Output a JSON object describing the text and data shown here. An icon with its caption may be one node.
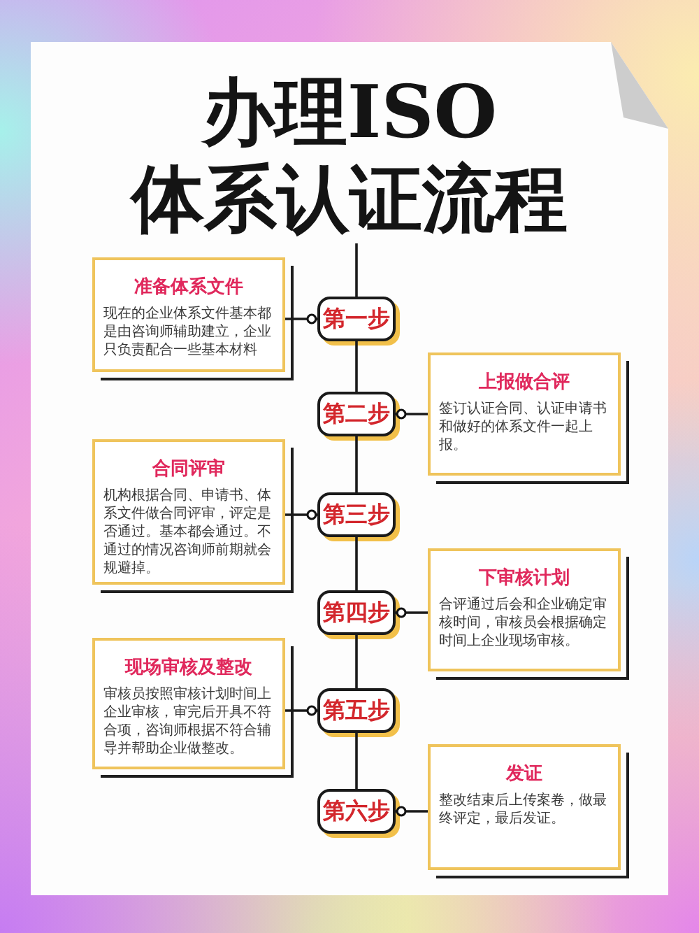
{
  "diagram": {
    "title": "办理ISO 体系认证流程",
    "nodes": [
      {
        "text": [
          "准备体系文件",
          "现在的企业体系文件基本都是由咨询师辅助建立，企业只负责配合一些基本材料"
        ]
      },
      {
        "text": [
          "第一步"
        ]
      },
      {
        "text": [
          "上报做合评",
          "签订认证合同、认证申请书和做好的体系文件一起上报。"
        ]
      },
      {
        "text": [
          "第二步"
        ]
      },
      {
        "text": [
          "合同评审",
          "机构根据合同、申请书、体系文件做合同评审，评定是否通过。基本都会通过。不通过的情况咨询师前期就会规避掉。"
        ]
      },
      {
        "text": [
          "第三步"
        ]
      },
      {
        "text": [
          "下审核计划",
          "合评通过后会和企业确定审核时间，审核员会根据确定时间上企业现场审核。"
        ]
      },
      {
        "text": [
          "第四步"
        ]
      },
      {
        "text": [
          "现场审核及整改",
          "审核员按照审核计划时间上企业审核，审完后开具不符合项，咨询师根据不符合辅导并帮助企业做整改。"
        ]
      },
      {
        "text": [
          "第五步"
        ]
      },
      {
        "text": [
          "发证",
          "整改结束后上传案卷，做最终评定，最后发证。"
        ]
      },
      {
        "text": [
          "第六步"
        ]
      }
    ],
    "edges": [
      {
        "from": null,
        "to": 1,
        "arrow": "none"
      },
      {
        "from": 1,
        "to": 3,
        "arrow": "none"
      },
      {
        "from": 3,
        "to": 5,
        "arrow": "none"
      },
      {
        "from": 5,
        "to": 7,
        "arrow": "none"
      },
      {
        "from": 7,
        "to": 9,
        "arrow": "none"
      },
      {
        "from": 9,
        "to": 11,
        "arrow": "none"
      },
      {
        "from": 0,
        "to": 1,
        "arrow": "other"
      },
      {
        "from": 2,
        "to": 3,
        "arrow": "other"
      },
      {
        "from": 4,
        "to": 5,
        "arrow": "other"
      },
      {
        "from": 6,
        "to": 7,
        "arrow": "other"
      },
      {
        "from": 8,
        "to": 9,
        "arrow": "other"
      },
      {
        "from": 10,
        "to": 11,
        "arrow": "other"
      }
    ]
  }
}
